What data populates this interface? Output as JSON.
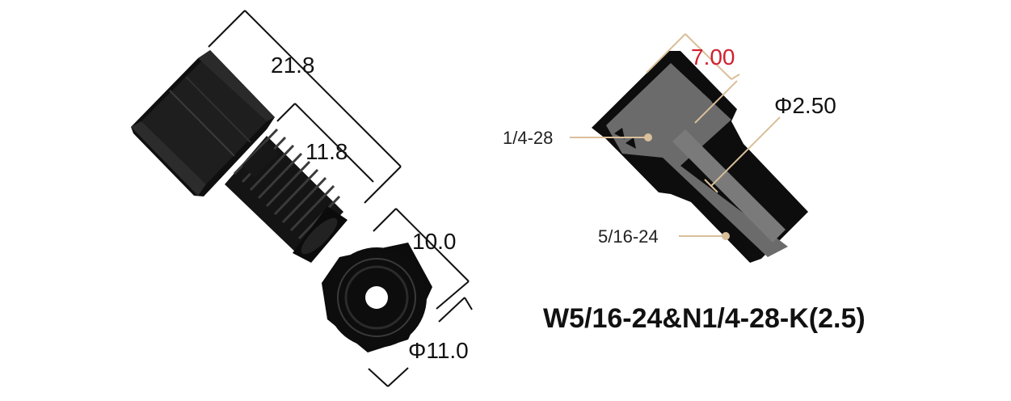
{
  "left_view": {
    "dim_overall": "21.8",
    "dim_thread": "11.8",
    "dim_flats": "10.0",
    "dim_diameter": "Φ11.0"
  },
  "section_view": {
    "dim_depth": "7.00",
    "dim_bore": "Φ2.50",
    "thread_inner": "1/4-28",
    "thread_outer": "5/16-24"
  },
  "part_number": "W5/16-24&N1/4-28-K(2.5)",
  "colors": {
    "body": "#111111",
    "section_fill": "#6b6b6b",
    "leader": "#d9bf9a",
    "highlight": "#d0202f"
  }
}
